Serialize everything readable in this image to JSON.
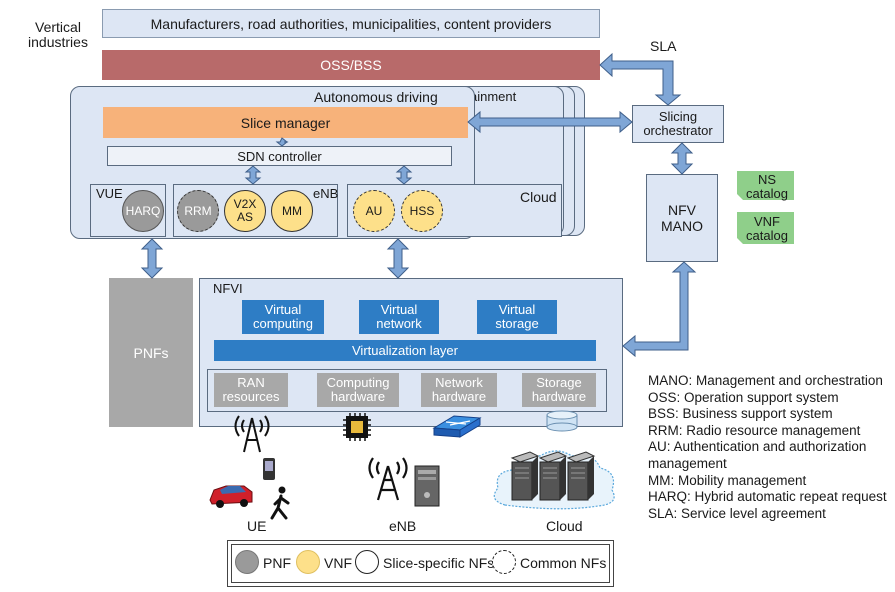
{
  "vertical_industries_label": "Vertical\nindustries",
  "top_bar": "Manufacturers, road authorities, municipalities, content providers",
  "oss_bss": "OSS/BSS",
  "sla": "SLA",
  "slice_title": "Autonomous driving",
  "slice_title_back": "ainment",
  "slice_manager": "Slice manager",
  "sdn_controller": "SDN controller",
  "vue": "VUE",
  "enb": "eNB",
  "cloud_box": "Cloud",
  "nf": {
    "harq": "HARQ",
    "rrm": "RRM",
    "v2x": "V2X\nAS",
    "mm": "MM",
    "au": "AU",
    "hss": "HSS"
  },
  "slicing_orchestrator": "Slicing\norchestrator",
  "nfv_mano": "NFV\nMANO",
  "ns_catalog": "NS\ncatalog",
  "vnf_catalog": "VNF\ncatalog",
  "pnfs": "PNFs",
  "nfvi": "NFVI",
  "virtual_computing": "Virtual\ncomputing",
  "virtual_network": "Virtual\nnetwork",
  "virtual_storage": "Virtual\nstorage",
  "virtualization_layer": "Virtualization layer",
  "ran_resources": "RAN\nresources",
  "computing_hardware": "Computing\nhardware",
  "network_hardware": "Network\nhardware",
  "storage_hardware": "Storage\nhardware",
  "ue": "UE",
  "enb_bottom": "eNB",
  "cloud_bottom": "Cloud",
  "glossary": [
    "MANO: Management and orchestration",
    "OSS: Operation support system",
    "BSS: Business support system",
    "RRM: Radio resource management",
    "AU: Authentication and authorization",
    "management",
    "MM: Mobility management",
    "HARQ: Hybrid automatic repeat request",
    "SLA: Service level agreement"
  ],
  "legend": {
    "pnf": "PNF",
    "vnf": "VNF",
    "slice_specific": "Slice-specific NFs",
    "common": "Common NFs"
  },
  "colors": {
    "light_blue": "#dde6f4",
    "box_border": "#5a6b80",
    "oss_red": "#b86a6a",
    "slice_orange": "#f7b27a",
    "arrow_blue": "#7fa6d6",
    "virtual_blue": "#2e7dc5",
    "vnf_yellow": "#fde08a",
    "pnf_grey": "#9a9a9a",
    "catalog_green": "#8fcf8a"
  }
}
